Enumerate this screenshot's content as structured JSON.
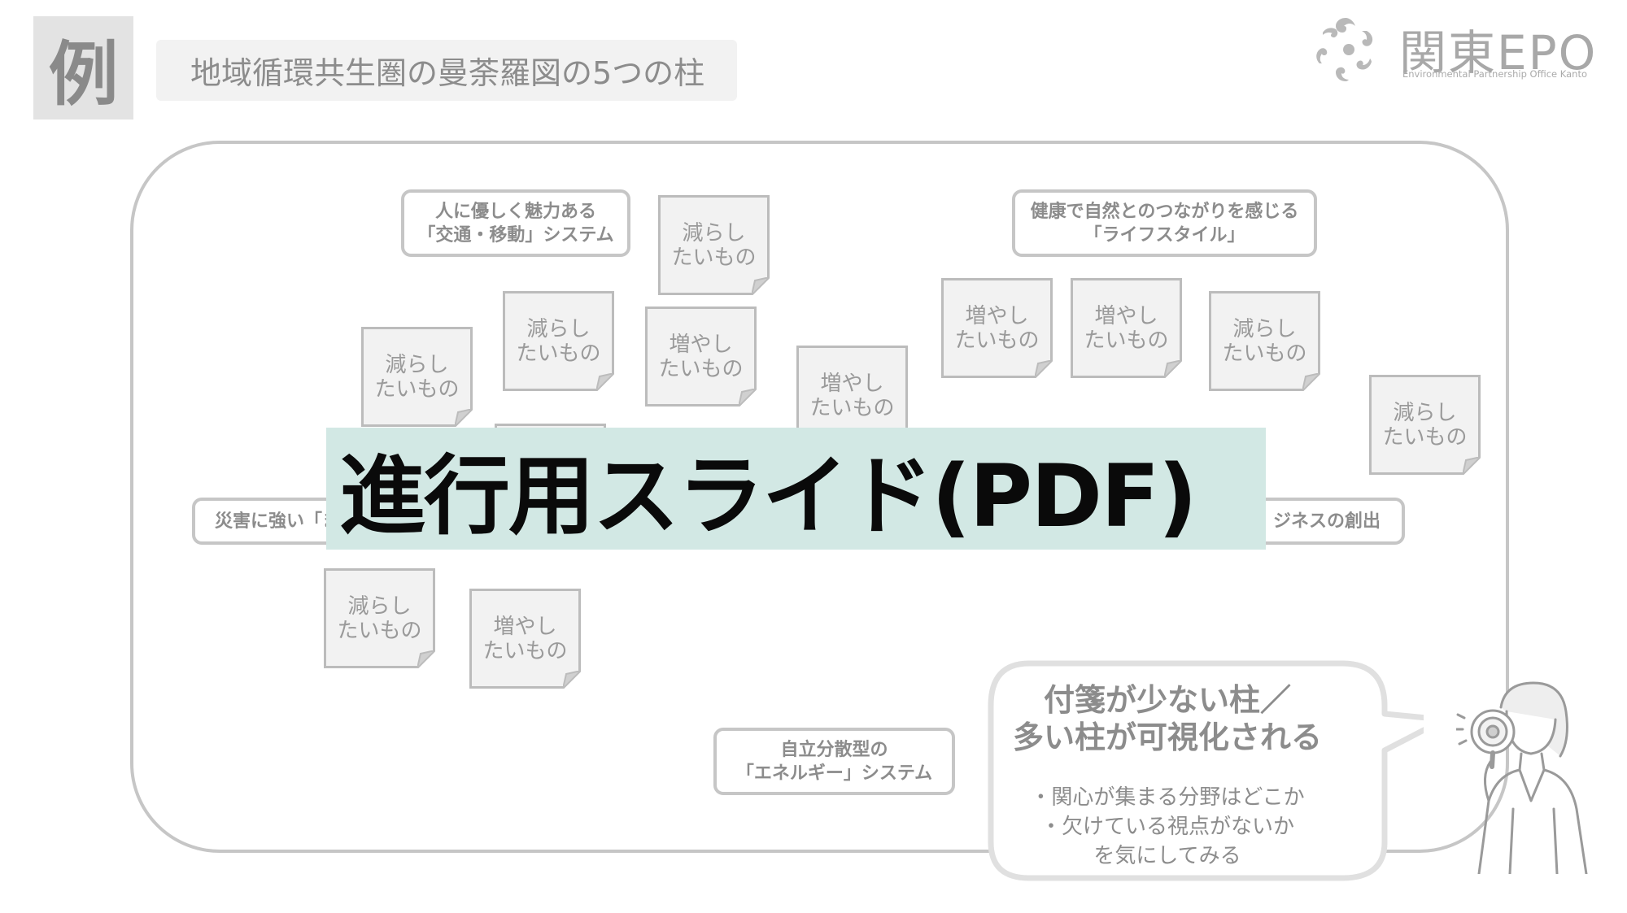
{
  "header": {
    "badge": "例",
    "title": "地域循環共生圏の曼荼羅図の5つの柱"
  },
  "logo": {
    "name": "関東EPO",
    "subtitle": "Environmental Partnership Office Kanto"
  },
  "pillars": [
    {
      "line1": "人に優しく魅力ある",
      "line2": "「交通・移動」システム"
    },
    {
      "line1": "健康で自然とのつながりを感じる",
      "line2": "「ライフスタイル」"
    },
    {
      "line1": "災害に強い「ま",
      "line2": ""
    },
    {
      "line1": "ジネスの創出",
      "line2": ""
    },
    {
      "line1": "自立分散型の",
      "line2": "「エネルギー」システム"
    }
  ],
  "notes": {
    "reduce": {
      "line1": "減らし",
      "line2": "たいもの"
    },
    "increase": {
      "line1": "増やし",
      "line2": "たいもの"
    }
  },
  "overlay": {
    "title": "進行用スライド(PDF)"
  },
  "callout": {
    "heading_line1": "付箋が少ない柱／",
    "heading_line2": "多い柱が可視化される",
    "body_line1": "・関心が集まる分野はどこか",
    "body_line2": "・欠けている視点がないか",
    "body_line3": "を気にしてみる"
  },
  "colors": {
    "overlay_background": "#d2e8e4",
    "border_gray": "#c6c6c6",
    "note_fill": "#f2f2f2"
  }
}
